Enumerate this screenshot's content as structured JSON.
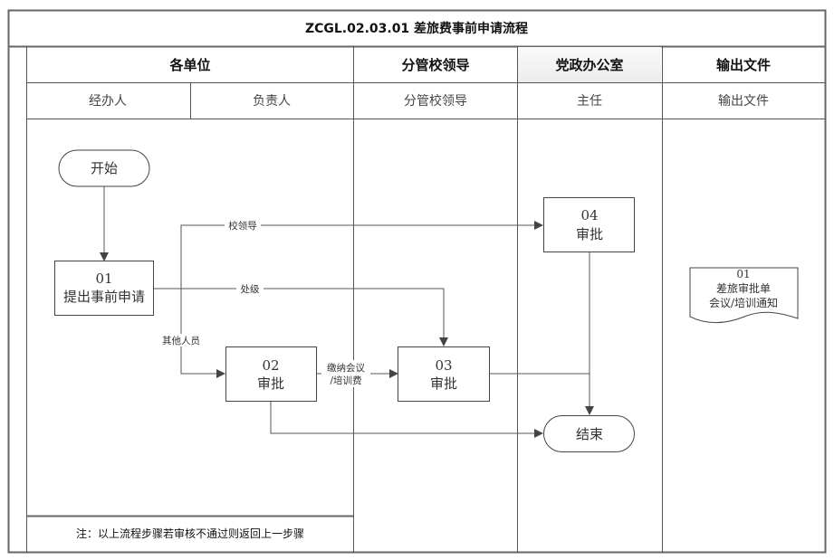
{
  "title": "ZCGL.02.03.01 差旅费事前申请流程",
  "lanes": [
    {
      "label": "各单位",
      "highlighted": false,
      "roles": [
        "经办人",
        "负责人"
      ]
    },
    {
      "label": "分管校领导",
      "highlighted": false,
      "roles": [
        "分管校领导"
      ]
    },
    {
      "label": "党政办公室",
      "highlighted": true,
      "roles": [
        "主任"
      ]
    },
    {
      "label": "输出文件",
      "highlighted": false,
      "roles": [
        "输出文件"
      ]
    }
  ],
  "nodes": {
    "start": {
      "type": "terminator",
      "label": "开始"
    },
    "n01": {
      "type": "process",
      "id": "01",
      "label": "提出事前申请"
    },
    "n02": {
      "type": "process",
      "id": "02",
      "label": "审批"
    },
    "n03": {
      "type": "process",
      "id": "03",
      "label": "审批"
    },
    "n04": {
      "type": "process",
      "id": "04",
      "label": "审批"
    },
    "end": {
      "type": "terminator",
      "label": "结束"
    },
    "doc01": {
      "type": "document",
      "id": "01",
      "lines": [
        "差旅审批单",
        "会议/培训通知"
      ]
    }
  },
  "edges": [
    {
      "from": "start",
      "to": "n01",
      "label": ""
    },
    {
      "from": "n01",
      "to": "n04",
      "label": "校领导"
    },
    {
      "from": "n01",
      "to": "n03",
      "label": "处级"
    },
    {
      "from": "n01",
      "to": "n02",
      "label": "其他人员"
    },
    {
      "from": "n02",
      "to": "n03",
      "label_lines": [
        "缴纳会议",
        "/培训费"
      ]
    },
    {
      "from": "n02",
      "to": "end",
      "label": ""
    },
    {
      "from": "n03",
      "to": "end",
      "label": ""
    },
    {
      "from": "n04",
      "to": "end",
      "label": ""
    }
  ],
  "note": "注：以上流程步骤若审核不通过则返回上一步骤",
  "colors": {
    "line": "#555555",
    "highlight_header": "#f0f0f0",
    "background": "#ffffff"
  }
}
